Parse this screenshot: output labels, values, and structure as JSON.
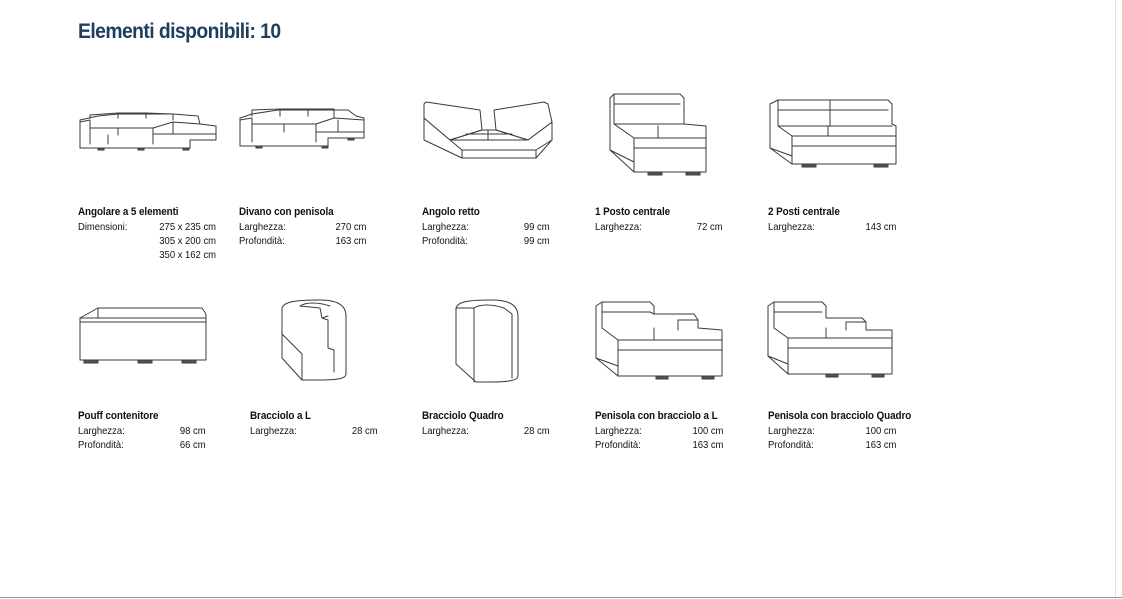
{
  "page": {
    "title": "Elementi disponibili: 10"
  },
  "items": [
    {
      "name": "Angolare a 5 elementi",
      "icon": "sectional-sofa-5-elements-icon",
      "specs": [
        {
          "label": "Dimensioni:",
          "values": [
            "275 x 235 cm",
            "305 x 200 cm",
            "350 x 162 cm"
          ]
        }
      ]
    },
    {
      "name": "Divano con penisola",
      "icon": "sofa-with-chaise-icon",
      "specs": [
        {
          "label": "Larghezza:",
          "values": [
            "270 cm"
          ]
        },
        {
          "label": "Profondità:",
          "values": [
            "163 cm"
          ]
        }
      ]
    },
    {
      "name": "Angolo retto",
      "icon": "corner-seat-icon",
      "specs": [
        {
          "label": "Larghezza:",
          "values": [
            "99 cm"
          ]
        },
        {
          "label": "Profondità:",
          "values": [
            "99 cm"
          ]
        }
      ]
    },
    {
      "name": "1 Posto centrale",
      "icon": "one-seat-center-icon",
      "specs": [
        {
          "label": "Larghezza:",
          "values": [
            "72 cm"
          ]
        }
      ]
    },
    {
      "name": "2 Posti centrale",
      "icon": "two-seat-center-icon",
      "specs": [
        {
          "label": "Larghezza:",
          "values": [
            "143 cm"
          ]
        }
      ]
    },
    {
      "name": "Pouff contenitore",
      "icon": "storage-pouf-icon",
      "specs": [
        {
          "label": "Larghezza:",
          "values": [
            "98 cm"
          ]
        },
        {
          "label": "Profondità:",
          "values": [
            "66 cm"
          ]
        }
      ]
    },
    {
      "name": "Bracciolo a L",
      "icon": "l-armrest-icon",
      "specs": [
        {
          "label": "Larghezza:",
          "values": [
            "28 cm"
          ]
        }
      ]
    },
    {
      "name": "Bracciolo Quadro",
      "icon": "square-armrest-icon",
      "specs": [
        {
          "label": "Larghezza:",
          "values": [
            "28 cm"
          ]
        }
      ]
    },
    {
      "name": "Penisola con bracciolo a L",
      "icon": "chaise-l-armrest-icon",
      "specs": [
        {
          "label": "Larghezza:",
          "values": [
            "100 cm"
          ]
        },
        {
          "label": "Profondità:",
          "values": [
            "163 cm"
          ]
        }
      ]
    },
    {
      "name": "Penisola con bracciolo Quadro",
      "icon": "chaise-square-armrest-icon",
      "specs": [
        {
          "label": "Larghezza:",
          "values": [
            "100 cm"
          ]
        },
        {
          "label": "Profondità:",
          "values": [
            "163 cm"
          ]
        }
      ]
    }
  ]
}
